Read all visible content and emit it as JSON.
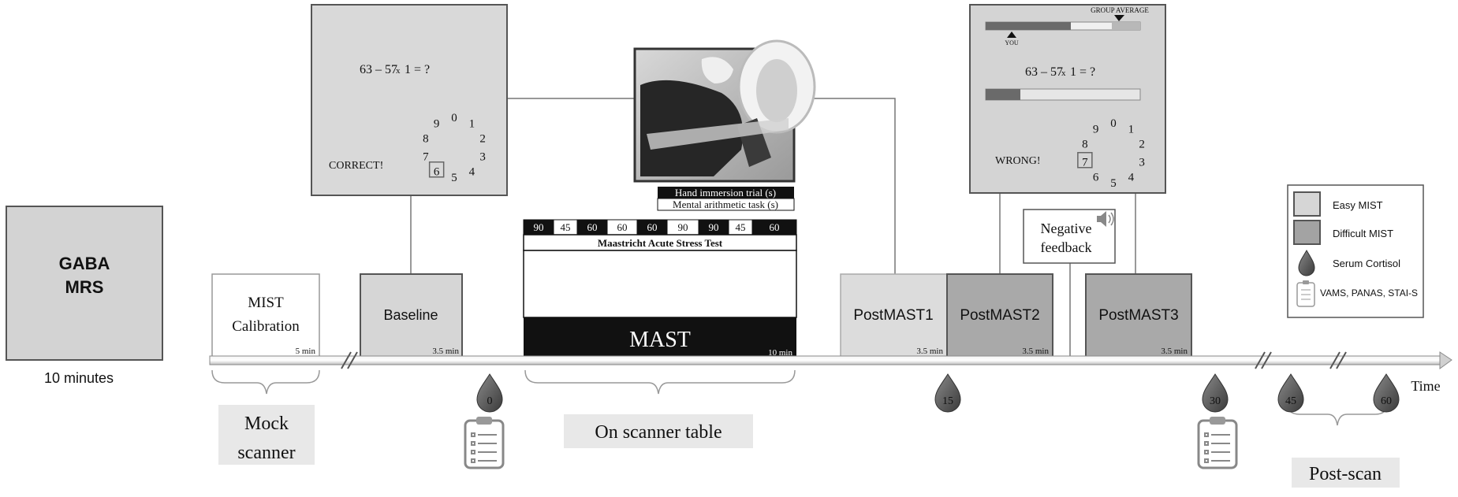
{
  "gaba": {
    "line1": "GABA",
    "line2": "MRS",
    "duration": "10 minutes"
  },
  "timeline": {
    "time_label": "Time"
  },
  "blocks": {
    "calibration": {
      "line1": "MIST",
      "line2": "Calibration",
      "duration": "5 min"
    },
    "baseline": {
      "label": "Baseline",
      "duration": "3.5 min"
    },
    "mast": {
      "label": "MAST",
      "duration": "10 min"
    },
    "post1": {
      "label": "PostMAST1",
      "duration": "3.5 min"
    },
    "post2": {
      "label": "PostMAST2",
      "duration": "3.5 min"
    },
    "post3": {
      "label": "PostMAST3",
      "duration": "3.5 min"
    }
  },
  "mast_detail": {
    "legend_hand": "Hand immersion trial (s)",
    "legend_mental": "Mental arithmetic task (s)",
    "title": "Maastricht Acute Stress Test",
    "segments": [
      {
        "value": "90",
        "type": "hand"
      },
      {
        "value": "45",
        "type": "mental"
      },
      {
        "value": "60",
        "type": "hand"
      },
      {
        "value": "60",
        "type": "mental"
      },
      {
        "value": "60",
        "type": "hand"
      },
      {
        "value": "90",
        "type": "mental"
      },
      {
        "value": "90",
        "type": "hand"
      },
      {
        "value": "45",
        "type": "mental"
      },
      {
        "value": "60",
        "type": "hand"
      }
    ]
  },
  "easy_screen": {
    "equation_left": "63 – 57",
    "equation_x": "x",
    "equation_right": "1 = ?",
    "feedback": "CORRECT!",
    "digits": [
      "0",
      "1",
      "2",
      "3",
      "4",
      "5",
      "6",
      "7",
      "8",
      "9"
    ],
    "selected": "6"
  },
  "hard_screen": {
    "group_average": "GROUP AVERAGE",
    "you": "YOU",
    "equation_left": "63 – 57",
    "equation_x": "x",
    "equation_right": "1 = ?",
    "feedback": "WRONG!",
    "digits": [
      "0",
      "1",
      "2",
      "3",
      "4",
      "5",
      "6",
      "7",
      "8",
      "9"
    ],
    "selected": "7"
  },
  "negative_feedback": {
    "line1": "Negative",
    "line2": "feedback"
  },
  "cortisol_samples": [
    "0",
    "15",
    "30",
    "45",
    "60"
  ],
  "phases": {
    "mock": {
      "line1": "Mock",
      "line2": "scanner"
    },
    "scanner_table": {
      "label": "On scanner table"
    },
    "post_scan": {
      "label": "Post-scan"
    }
  },
  "legend": {
    "easy": "Easy MIST",
    "difficult": "Difficult MIST",
    "cortisol": "Serum Cortisol",
    "questionnaires": "VAMS, PANAS, STAI-S"
  },
  "colors": {
    "easy_fill": "#d6d6d6",
    "difficult_fill": "#a3a3a3",
    "screen_bg": "#d9d9d9",
    "drop_fill": "#555555",
    "phase_bg": "#e8e8e8",
    "mast_black": "#111111"
  }
}
